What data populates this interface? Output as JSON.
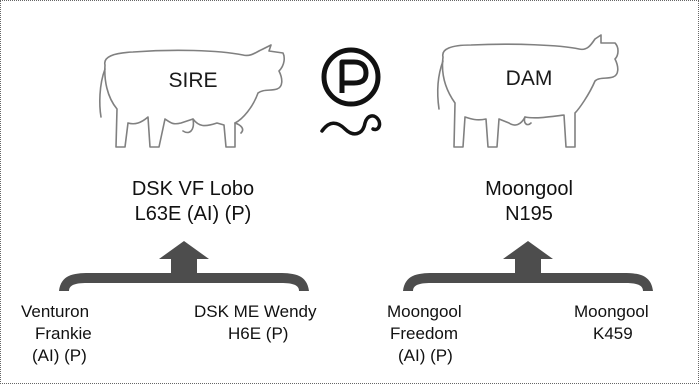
{
  "icons": {
    "sire_silhouette": "bull-icon",
    "dam_silhouette": "cow-icon",
    "center_symbol": "polled-p-icon"
  },
  "colors": {
    "line": "#111111",
    "bracket": "#4d4d4d",
    "outline": "#808080"
  },
  "sire": {
    "label": "SIRE",
    "name": "DSK VF Lobo",
    "id": "L63E (AI) (P)",
    "parents": [
      {
        "lines": [
          "Venturon",
          "Frankie",
          "(AI) (P)"
        ]
      },
      {
        "lines": [
          "DSK ME Wendy",
          "H6E (P)"
        ]
      }
    ]
  },
  "dam": {
    "label": "DAM",
    "name": "Moongool",
    "id": "N195",
    "parents": [
      {
        "lines": [
          "Moongool",
          "Freedom",
          "(AI) (P)"
        ]
      },
      {
        "lines": [
          "Moongool",
          "K459"
        ]
      }
    ]
  }
}
